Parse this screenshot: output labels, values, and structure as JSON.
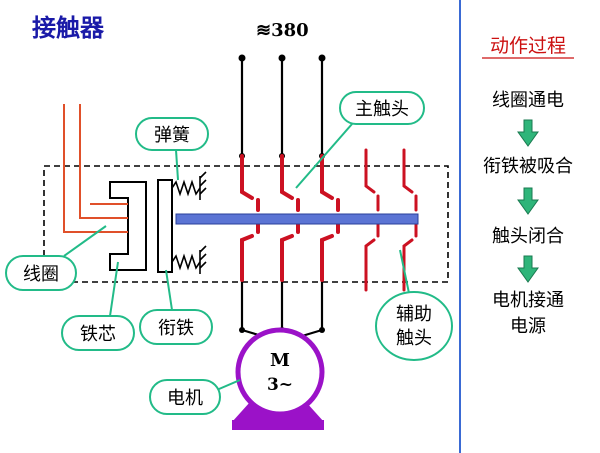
{
  "title": "接触器",
  "voltage_label": "≋380",
  "labels": {
    "main_contact": "主触头",
    "spring": "弹簧",
    "coil": "线圈",
    "iron_core": "铁芯",
    "armature": "衔铁",
    "aux_contact_line1": "辅助",
    "aux_contact_line2": "触头",
    "motor": "电机",
    "motor_symbol_line1": "M",
    "motor_symbol_line2": "3~"
  },
  "process": {
    "heading": "动作过程",
    "steps": [
      "线圈通电",
      "衔铁被吸合",
      "触头闭合",
      "电机接通",
      "电源"
    ]
  },
  "colors": {
    "title": "#1a1aa8",
    "heading": "#cc1111",
    "wire_black": "#000000",
    "coil_red": "#e0502a",
    "contact_red": "#cc1122",
    "armature_blue": "#5b74d4",
    "callout_border": "#22bb88",
    "arrow_fill": "#2fb57a",
    "motor_purple": "#9b12c8",
    "divider_blue": "#3a6ad4"
  }
}
